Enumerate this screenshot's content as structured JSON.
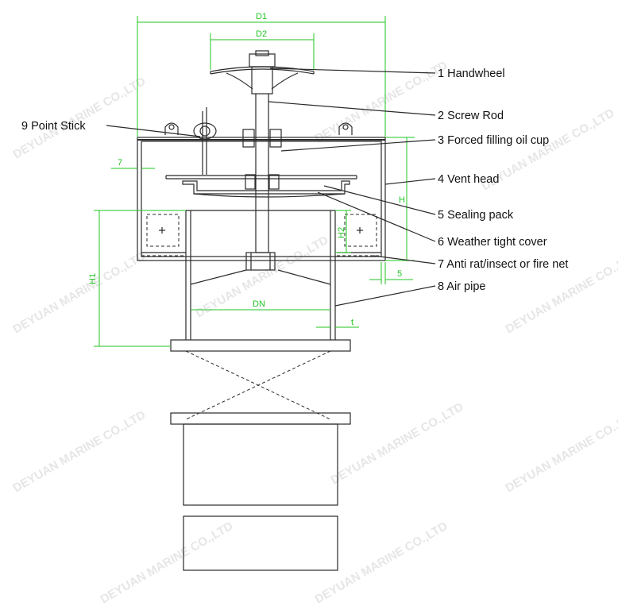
{
  "watermark": "DEYUAN MARINE CO.,LTD",
  "colors": {
    "dimension": "#22c422",
    "line": "#2a2a2a",
    "text": "#111111"
  },
  "dimensions": {
    "d1": "D1",
    "d2": "D2",
    "h": "H",
    "h1": "H1",
    "h2": "H2",
    "dn": "DN",
    "t": "t",
    "seven": "7",
    "five": "5"
  },
  "parts": [
    {
      "label": "1 Handwheel"
    },
    {
      "label": "2 Screw Rod"
    },
    {
      "label": "3 Forced filling oil cup"
    },
    {
      "label": "4 Vent head"
    },
    {
      "label": "5 Sealing pack"
    },
    {
      "label": "6 Weather tight cover"
    },
    {
      "label": "7 Anti rat/insect or fire net"
    },
    {
      "label": "8 Air pipe"
    },
    {
      "label": "9 Point Stick"
    }
  ]
}
